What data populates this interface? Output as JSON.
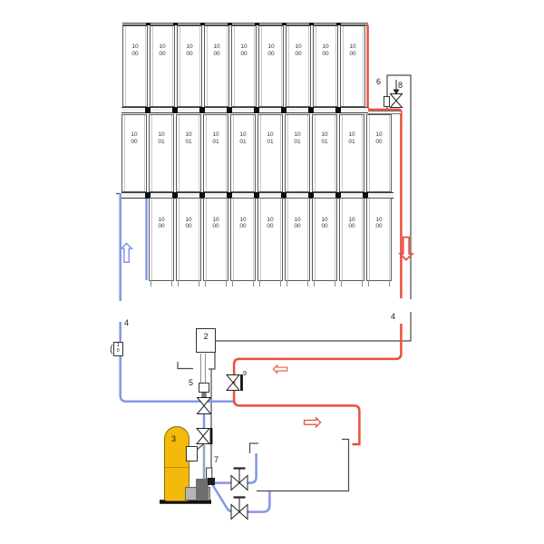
{
  "diagram_title": "solar-collector-field-with-pump-group-schematic",
  "colors": {
    "hot_pipe": "#e8503c",
    "cold_pipe": "#8397e6",
    "tank": "#f4b90a",
    "line": "#4a4a4a"
  },
  "collector_array": {
    "rows": [
      {
        "panels": [
          {
            "line1": "10",
            "line2": "00"
          },
          {
            "line1": "10",
            "line2": "00"
          },
          {
            "line1": "10",
            "line2": "00"
          },
          {
            "line1": "10",
            "line2": "00"
          },
          {
            "line1": "10",
            "line2": "00"
          },
          {
            "line1": "10",
            "line2": "00"
          },
          {
            "line1": "10",
            "line2": "00"
          },
          {
            "line1": "10",
            "line2": "00"
          },
          {
            "line1": "10",
            "line2": "00"
          }
        ]
      },
      {
        "panels": [
          {
            "line1": "10",
            "line2": "00"
          },
          {
            "line1": "10",
            "line2": "01"
          },
          {
            "line1": "10",
            "line2": "01"
          },
          {
            "line1": "10",
            "line2": "01"
          },
          {
            "line1": "10",
            "line2": "01"
          },
          {
            "line1": "10",
            "line2": "01"
          },
          {
            "line1": "10",
            "line2": "01"
          },
          {
            "line1": "10",
            "line2": "01"
          },
          {
            "line1": "10",
            "line2": "01"
          },
          {
            "line1": "10",
            "line2": "00"
          }
        ]
      },
      {
        "panels": [
          {
            "line1": "10",
            "line2": "00"
          },
          {
            "line1": "10",
            "line2": "00"
          },
          {
            "line1": "10",
            "line2": "00"
          },
          {
            "line1": "10",
            "line2": "00"
          },
          {
            "line1": "10",
            "line2": "00"
          },
          {
            "line1": "10",
            "line2": "00"
          },
          {
            "line1": "10",
            "line2": "00"
          },
          {
            "line1": "10",
            "line2": "00"
          },
          {
            "line1": "10",
            "line2": "00"
          }
        ]
      }
    ]
  },
  "labels": {
    "n2": "2",
    "n3": "3",
    "n4_cold": "4",
    "n4_hot": "4",
    "n5": "5",
    "n6": "6",
    "n7": "7",
    "n8": "8",
    "n9": "9",
    "n10_digit_top": "1",
    "n10_digit_bottom": "0",
    "n10_bracket": "("
  },
  "arrows": {
    "flow_up": "⇧",
    "flow_down": "⇩",
    "flow_left": "⇦",
    "flow_right": "⇨"
  }
}
